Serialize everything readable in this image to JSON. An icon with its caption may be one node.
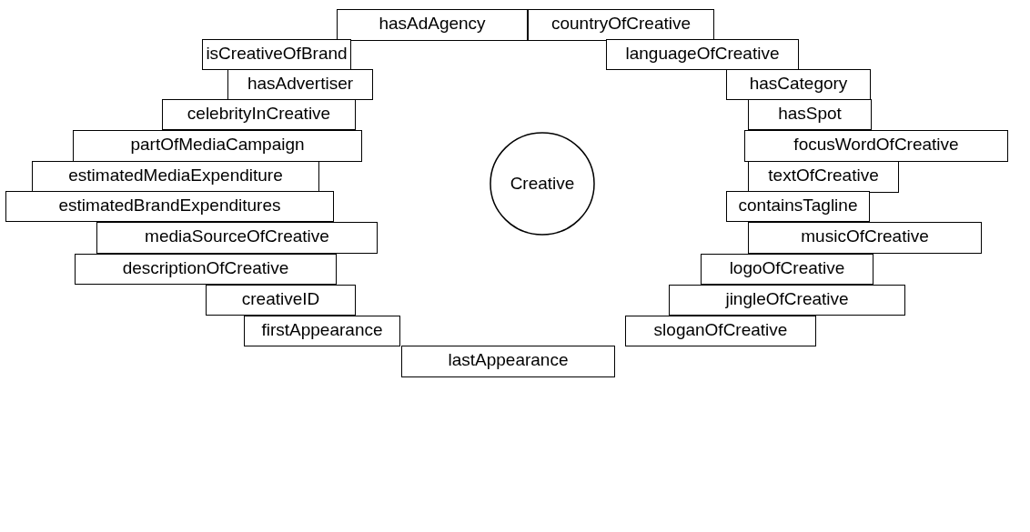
{
  "diagram": {
    "nodes": [
      {
        "text": [
          "hasAdAgency"
        ]
      },
      {
        "text": [
          "countryOfCreative"
        ]
      },
      {
        "text": [
          "isCreativeOfBrand"
        ]
      },
      {
        "text": [
          "languageOfCreative"
        ]
      },
      {
        "text": [
          "hasAdvertiser"
        ]
      },
      {
        "text": [
          "hasCategory"
        ]
      },
      {
        "text": [
          "celebrityInCreative"
        ]
      },
      {
        "text": [
          "hasSpot"
        ]
      },
      {
        "text": [
          "partOfMediaCampaign"
        ]
      },
      {
        "text": [
          "focusWordOfCreative"
        ]
      },
      {
        "text": [
          "estimatedMediaExpenditure"
        ]
      },
      {
        "text": [
          "Creative"
        ]
      },
      {
        "text": [
          "textOfCreative"
        ]
      },
      {
        "text": [
          "estimatedBrandExpenditures"
        ]
      },
      {
        "text": [
          "containsTagline"
        ]
      },
      {
        "text": [
          "mediaSourceOfCreative"
        ]
      },
      {
        "text": [
          "musicOfCreative"
        ]
      },
      {
        "text": [
          "descriptionOfCreative"
        ]
      },
      {
        "text": [
          "logoOfCreative"
        ]
      },
      {
        "text": [
          "creativeID"
        ]
      },
      {
        "text": [
          "jingleOfCreative"
        ]
      },
      {
        "text": [
          "firstAppearance"
        ]
      },
      {
        "text": [
          "sloganOfCreative"
        ]
      },
      {
        "text": [
          "lastAppearance"
        ]
      }
    ]
  }
}
